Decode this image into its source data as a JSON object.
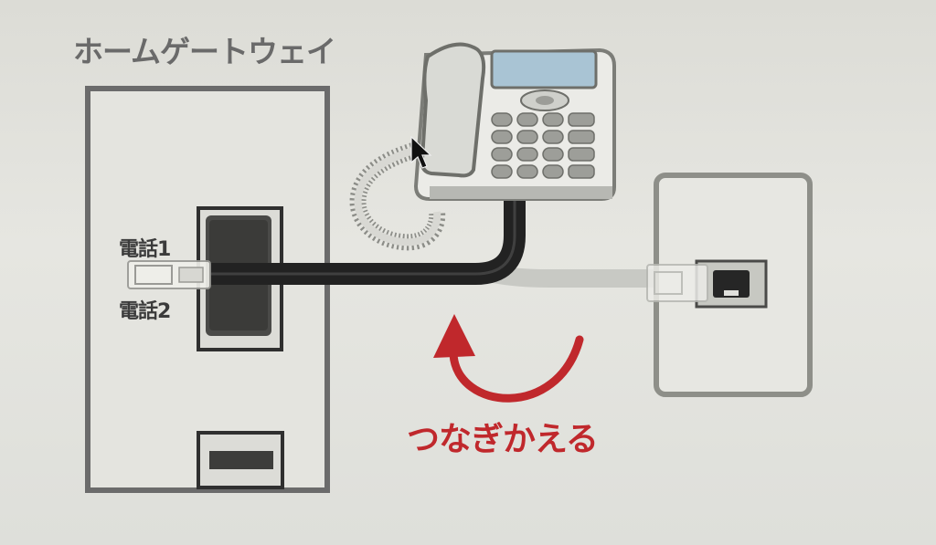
{
  "gateway": {
    "title": "ホームゲートウェイ",
    "port1_label": "電話1",
    "port2_label": "電話2"
  },
  "instruction": {
    "action_label": "つなぎかえる"
  },
  "colors": {
    "accent_red": "#c0282c",
    "cable_dark": "#2a2a2a",
    "cable_ghost": "#cfd0cb",
    "outline": "#6b6b6b"
  },
  "icons": {
    "phone": "telephone-icon",
    "jack": "wall-jack-icon",
    "arrow": "curved-arrow-icon",
    "cursor": "mouse-cursor-icon"
  }
}
